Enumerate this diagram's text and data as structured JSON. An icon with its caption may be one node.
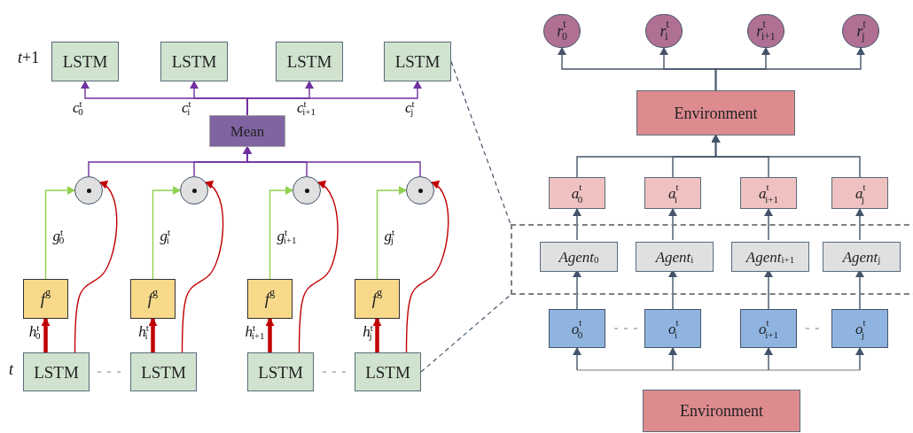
{
  "diagram": {
    "nodes": [
      {
        "text": [
          "LSTM"
        ]
      },
      {
        "text": [
          "LSTM"
        ]
      },
      {
        "text": [
          "LSTM"
        ]
      },
      {
        "text": [
          "LSTM"
        ]
      },
      {
        "text": [
          "Mean"
        ]
      },
      {
        "text": [],
        "shape": "circle"
      },
      {
        "text": [],
        "shape": "circle"
      },
      {
        "text": [],
        "shape": "circle"
      },
      {
        "text": [],
        "shape": "circle"
      },
      {
        "text": [
          "*f*$^{g}$"
        ]
      },
      {
        "text": [
          "*f*$^{g}$"
        ]
      },
      {
        "text": [
          "*f*$^{g}$"
        ]
      },
      {
        "text": [
          "*f*$^{g}$"
        ]
      },
      {
        "text": [
          "LSTM"
        ]
      },
      {
        "text": [
          "LSTM"
        ]
      },
      {
        "text": [
          "LSTM"
        ]
      },
      {
        "text": [
          "LSTM"
        ]
      },
      {
        "text": [
          "*r*$^{t}$$_{0}$"
        ]
      },
      {
        "text": [
          "*r*$^{t}$$_{i}$"
        ]
      },
      {
        "text": [
          "*r*$^{t}$$_{i+1}$"
        ]
      },
      {
        "text": [
          "*r*$^{t}$$_{j}$"
        ]
      },
      {
        "text": [
          "Environment"
        ]
      },
      {
        "text": [
          "*a*$^{t}$$_{0}$"
        ]
      },
      {
        "text": [
          "*a*$^{t}$$_{i}$"
        ]
      },
      {
        "text": [
          "*a*$^{t}$$_{i+1}$"
        ]
      },
      {
        "text": [
          "*a*$^{t}$$_{j}$"
        ]
      },
      {
        "text": [],
        "shape": "box"
      },
      {
        "text": [
          "*Agent*$_{0}$"
        ],
        "in": 26
      },
      {
        "text": [
          "*Agent*$_{i}$"
        ],
        "in": 26
      },
      {
        "text": [
          "*Agent*$_{i+1}$"
        ],
        "in": 26
      },
      {
        "text": [
          "*Agent*$_{j}$"
        ],
        "in": 26
      },
      {
        "text": [
          "*o*$^{t}$$_{0}$"
        ]
      },
      {
        "text": [
          "*o*$^{t}$$_{i}$"
        ]
      },
      {
        "text": [
          "*o*$^{t}$$_{i+1}$"
        ]
      },
      {
        "text": [
          "*o*$^{t}$$_{j}$"
        ]
      },
      {
        "text": [
          "Environment"
        ]
      }
    ],
    "edges": [
      {
        "from": 4,
        "to": 0,
        "arrow": "to",
        "label": "*c*$^{t}$$_{0}$",
        "color": "#7030a0"
      },
      {
        "from": 4,
        "to": 1,
        "arrow": "to",
        "label": "*c*$^{t}$$_{i}$",
        "color": "#7030a0"
      },
      {
        "from": 4,
        "to": 2,
        "arrow": "to",
        "label": "*c*$^{t}$$_{i+1}$",
        "color": "#7030a0"
      },
      {
        "from": 4,
        "to": 3,
        "arrow": "to",
        "label": "*c*$^{t}$$_{j}$",
        "color": "#7030a0"
      },
      {
        "from": 5,
        "to": 4,
        "arrow": "to",
        "color": "#7030a0"
      },
      {
        "from": 6,
        "to": 4,
        "arrow": "to",
        "color": "#7030a0"
      },
      {
        "from": 7,
        "to": 4,
        "arrow": "to",
        "color": "#7030a0"
      },
      {
        "from": 8,
        "to": 4,
        "arrow": "to",
        "color": "#7030a0"
      },
      {
        "from": 9,
        "to": 5,
        "arrow": "to",
        "label": "*g*$^{t}$$_{0}$",
        "color": "#92d050"
      },
      {
        "from": 10,
        "to": 6,
        "arrow": "to",
        "label": "*g*$^{t}$$_{i}$",
        "color": "#92d050"
      },
      {
        "from": 11,
        "to": 7,
        "arrow": "to",
        "label": "*g*$^{t}$$_{i+1}$",
        "color": "#92d050"
      },
      {
        "from": 12,
        "to": 8,
        "arrow": "to",
        "label": "*g*$^{t}$$_{j}$",
        "color": "#92d050"
      },
      {
        "from": 13,
        "to": 9,
        "arrow": "to",
        "label": "*h*$^{t}$$_{0}$",
        "style": "thick",
        "color": "#c00000"
      },
      {
        "from": 14,
        "to": 10,
        "arrow": "to",
        "label": "*h*$^{t}$$_{i}$",
        "style": "thick",
        "color": "#c00000"
      },
      {
        "from": 15,
        "to": 11,
        "arrow": "to",
        "label": "*h*$^{t}$$_{i+1}$",
        "style": "thick",
        "color": "#c00000"
      },
      {
        "from": 16,
        "to": 12,
        "arrow": "to",
        "label": "*h*$^{t}$$_{j}$",
        "style": "thick",
        "color": "#c00000"
      },
      {
        "from": 13,
        "to": 5,
        "arrow": "to",
        "color": "#c00000"
      },
      {
        "from": 14,
        "to": 6,
        "arrow": "to",
        "color": "#c00000"
      },
      {
        "from": 15,
        "to": 7,
        "arrow": "to",
        "color": "#c00000"
      },
      {
        "from": 16,
        "to": 8,
        "arrow": "to",
        "color": "#c00000"
      },
      {
        "from": 21,
        "to": 17,
        "arrow": "to"
      },
      {
        "from": 21,
        "to": 18,
        "arrow": "to"
      },
      {
        "from": 21,
        "to": 19,
        "arrow": "to"
      },
      {
        "from": 21,
        "to": 20,
        "arrow": "to"
      },
      {
        "from": 22,
        "to": 21,
        "arrow": "to"
      },
      {
        "from": 23,
        "to": 21,
        "arrow": "to"
      },
      {
        "from": 24,
        "to": 21,
        "arrow": "to"
      },
      {
        "from": 25,
        "to": 21,
        "arrow": "to"
      },
      {
        "from": 27,
        "to": 22,
        "arrow": "to"
      },
      {
        "from": 28,
        "to": 23,
        "arrow": "to"
      },
      {
        "from": 29,
        "to": 24,
        "arrow": "to"
      },
      {
        "from": 30,
        "to": 25,
        "arrow": "to"
      },
      {
        "from": 31,
        "to": 27,
        "arrow": "to"
      },
      {
        "from": 32,
        "to": 28,
        "arrow": "to"
      },
      {
        "from": 33,
        "to": 29,
        "arrow": "to"
      },
      {
        "from": 34,
        "to": 30,
        "arrow": "to"
      },
      {
        "from": null,
        "to": 31,
        "arrow": "to"
      },
      {
        "from": null,
        "to": 32,
        "arrow": "to"
      },
      {
        "from": null,
        "to": 33,
        "arrow": "to"
      },
      {
        "from": null,
        "to": 34,
        "arrow": "to"
      },
      {
        "from": 3,
        "to": 26,
        "arrow": "none",
        "style": "dashed"
      },
      {
        "from": 16,
        "to": 26,
        "arrow": "none",
        "style": "dashed"
      }
    ],
    "labels": [
      "*t*+1",
      "*t*"
    ]
  }
}
